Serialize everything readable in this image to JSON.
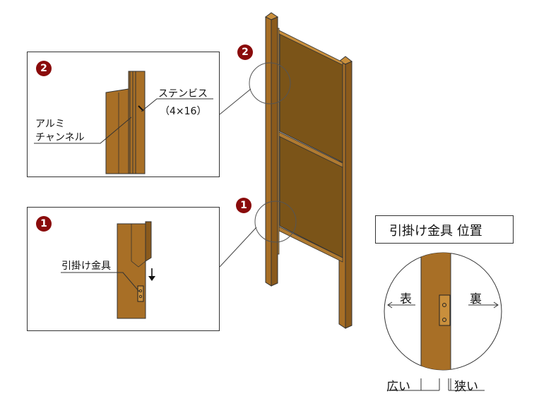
{
  "colors": {
    "wood": "#a86f26",
    "wood_dark": "#8a5a1c",
    "panel": "#7b5418",
    "outline": "#333333",
    "badge": "#8a0b0b"
  },
  "detail_2": {
    "badge": "2",
    "label_screw": "ステンビス",
    "label_screw_size": "（4×16）",
    "label_channel_1": "アルミ",
    "label_channel_2": "チャンネル"
  },
  "detail_1": {
    "badge": "1",
    "label_hook": "引掛け金具"
  },
  "main_view": {
    "marker_top": "2",
    "marker_bottom": "1"
  },
  "position_view": {
    "title": "引掛け金具 位置",
    "front": "表",
    "back": "裏",
    "wide": "広い",
    "narrow": "狭い"
  }
}
